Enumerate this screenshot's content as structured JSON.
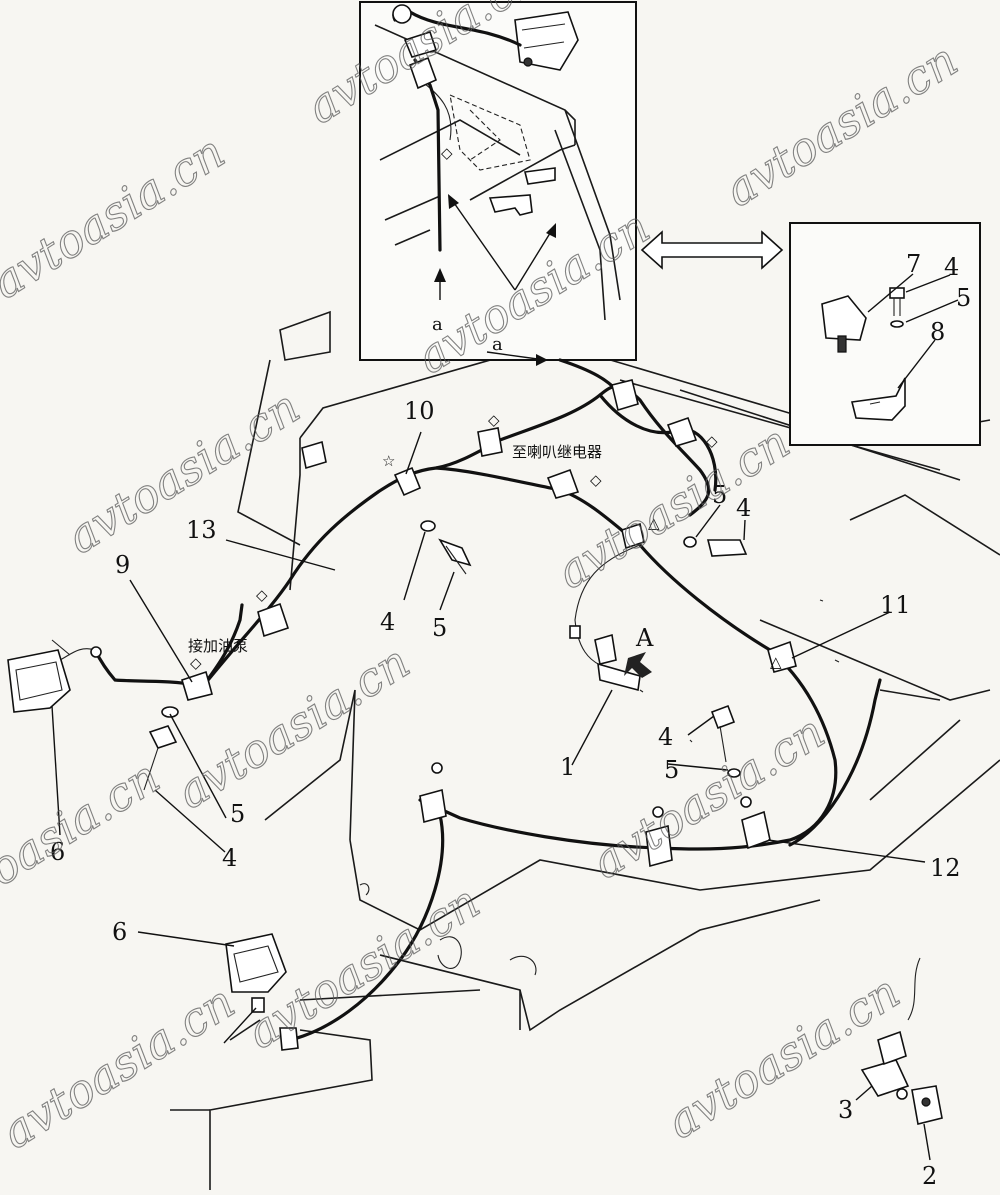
{
  "callouts": {
    "c1": "1",
    "c2": "2",
    "c3": "3",
    "c4a": "4",
    "c4b": "4",
    "c4c": "4",
    "c4d": "4",
    "c4e": "4",
    "c5a": "5",
    "c5b": "5",
    "c5c": "5",
    "c5d": "5",
    "c5e": "5",
    "c6a": "6",
    "c6b": "6",
    "c7": "7",
    "c8": "8",
    "c9": "9",
    "c10": "10",
    "c11": "11",
    "c12": "12",
    "c13": "13"
  },
  "letters": {
    "detail_a": "a",
    "route_a": "a",
    "view_A": "A"
  },
  "notes": {
    "to_horn_relay": "至喇叭继电器",
    "to_refuel_pump": "接加油泵"
  },
  "watermark": "avtoasia.cn"
}
